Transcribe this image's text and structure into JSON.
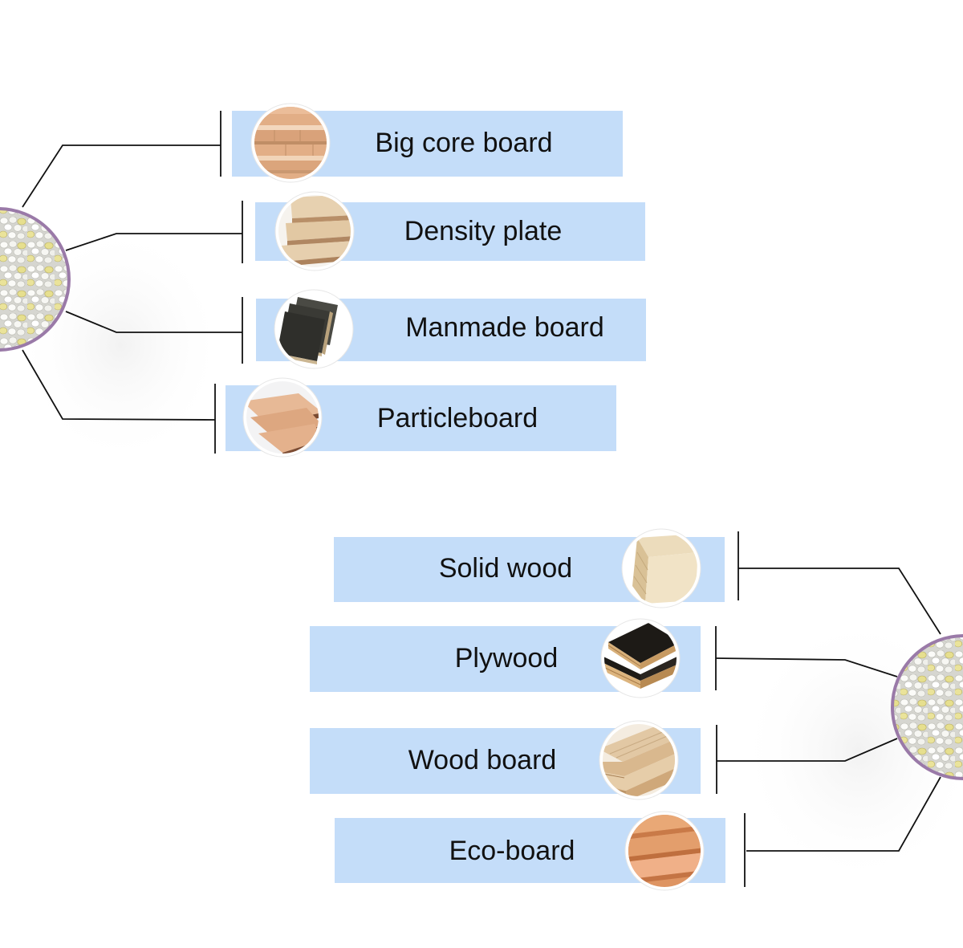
{
  "diagram": {
    "left_group": {
      "items": [
        {
          "label": "Big core board",
          "thumbnail": "big-core-board-thumbnail"
        },
        {
          "label": "Density plate",
          "thumbnail": "density-plate-thumbnail"
        },
        {
          "label": "Manmade board",
          "thumbnail": "manmade-board-thumbnail"
        },
        {
          "label": "Particleboard",
          "thumbnail": "particleboard-thumbnail"
        }
      ]
    },
    "right_group": {
      "items": [
        {
          "label": "Solid wood",
          "thumbnail": "solid-wood-thumbnail"
        },
        {
          "label": "Plywood",
          "thumbnail": "plywood-thumbnail"
        },
        {
          "label": "Wood board",
          "thumbnail": "wood-board-thumbnail"
        },
        {
          "label": "Eco-board",
          "thumbnail": "eco-board-thumbnail"
        }
      ]
    }
  },
  "colors": {
    "label_box": "#c4ddf9",
    "granule_circle_border": "#9a7aa8",
    "connector": "#111111",
    "label_text": "#111111"
  }
}
